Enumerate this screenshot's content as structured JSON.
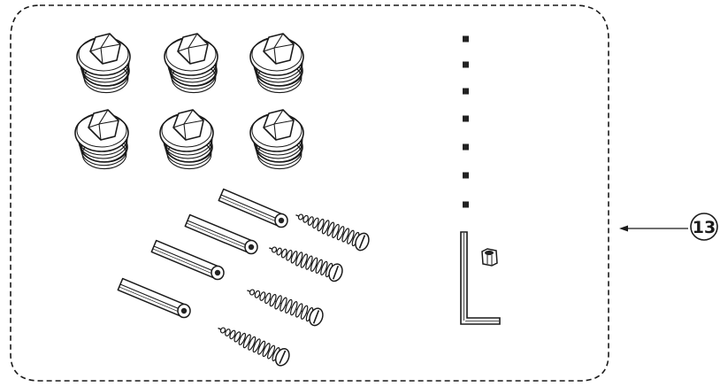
{
  "diagram": {
    "callout": {
      "label": "13"
    },
    "parts": {
      "plugs": {
        "count": 6
      },
      "standoffs": {
        "count": 4
      },
      "screws": {
        "count": 4
      },
      "dots": {
        "count": 7
      },
      "hex_key": {
        "count": 1
      },
      "nut": {
        "count": 1
      }
    },
    "colors": {
      "line": "#1a1a1a",
      "background": "#ffffff",
      "dark_fill": "#222222"
    }
  }
}
